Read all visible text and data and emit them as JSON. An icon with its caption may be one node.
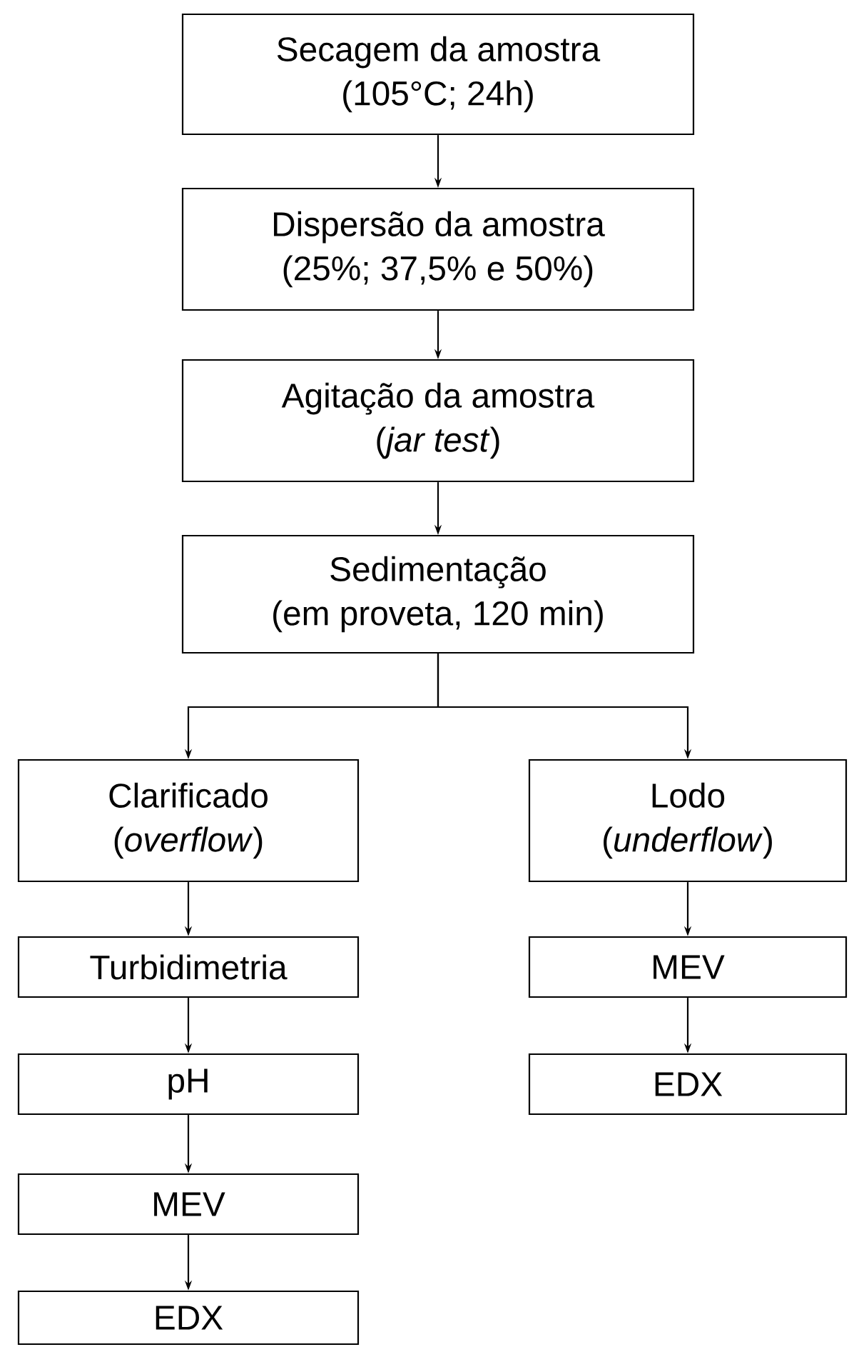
{
  "diagram": {
    "nodes": [
      {
        "text": [
          "Secagem da amostra",
          "(105°C; 24h)"
        ]
      },
      {
        "text": [
          "Dispersão da amostra",
          "(25%; 37,5% e 50%)"
        ]
      },
      {
        "text": [
          "Agitação da amostra",
          "(*jar test*)"
        ]
      },
      {
        "text": [
          "Sedimentação",
          "(em proveta, 120 min)"
        ]
      },
      {
        "text": [
          "Clarificado",
          "(*overflow*)"
        ]
      },
      {
        "text": [
          "Lodo",
          "(*underflow*)"
        ]
      },
      {
        "text": [
          "Turbidimetria"
        ]
      },
      {
        "text": [
          "pH"
        ]
      },
      {
        "text": [
          "MEV"
        ]
      },
      {
        "text": [
          "EDX"
        ]
      },
      {
        "text": [
          "MEV"
        ]
      },
      {
        "text": [
          "EDX"
        ]
      }
    ],
    "edges": [
      {
        "from": 0,
        "to": 1,
        "arrow": "to"
      },
      {
        "from": 1,
        "to": 2,
        "arrow": "to"
      },
      {
        "from": 2,
        "to": 3,
        "arrow": "to"
      },
      {
        "from": 3,
        "to": 4,
        "arrow": "to"
      },
      {
        "from": 3,
        "to": 5,
        "arrow": "to"
      },
      {
        "from": 4,
        "to": 6,
        "arrow": "to"
      },
      {
        "from": 6,
        "to": 7,
        "arrow": "to"
      },
      {
        "from": 7,
        "to": 8,
        "arrow": "to"
      },
      {
        "from": 8,
        "to": 9,
        "arrow": "to"
      },
      {
        "from": 5,
        "to": 10,
        "arrow": "to"
      },
      {
        "from": 10,
        "to": 11,
        "arrow": "to"
      }
    ]
  }
}
